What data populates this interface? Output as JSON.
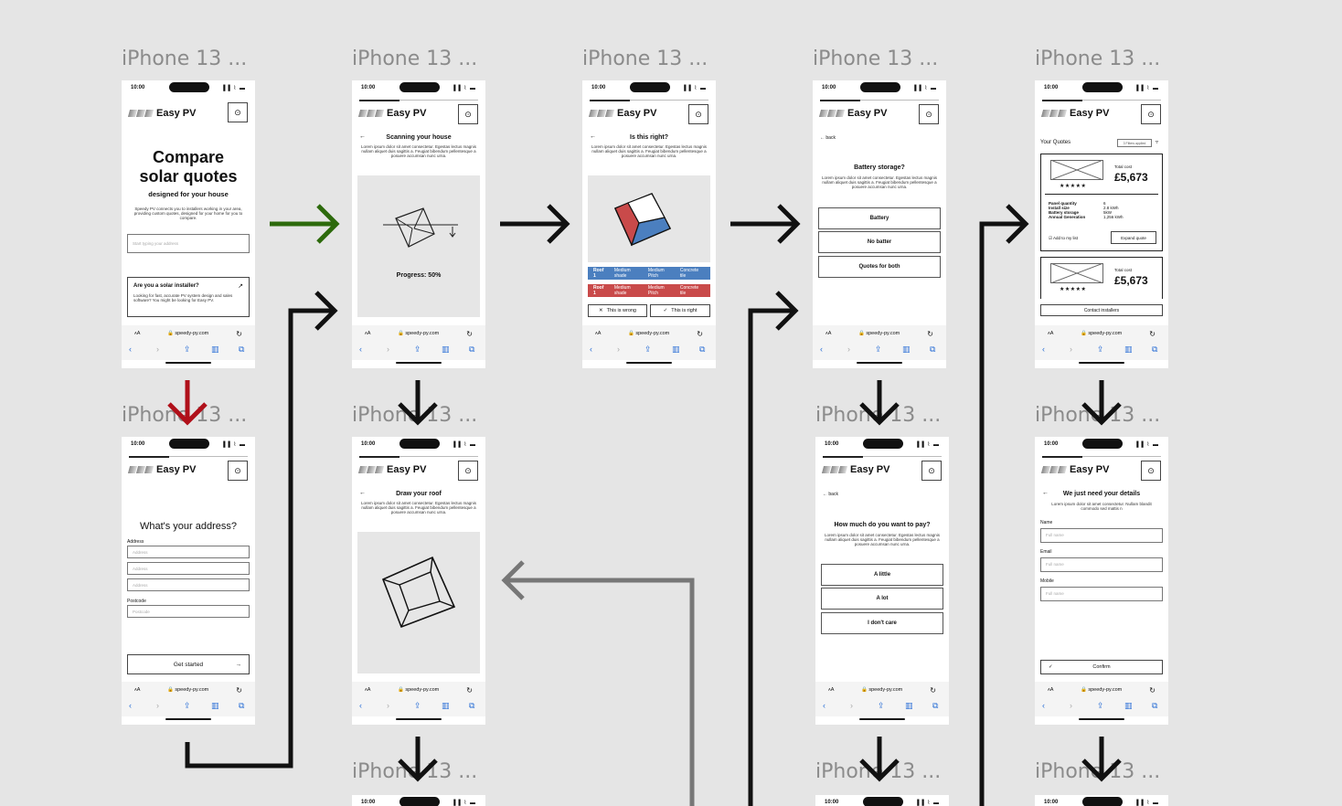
{
  "frame_label": "iPhone 13 ...",
  "app": {
    "brand": "Easy PV",
    "time": "10:00",
    "status_icons": "▐▐ ⌇ ▬",
    "url_aa": "ᴀA",
    "url": "🔒 speedy-py.com",
    "reload": "↻"
  },
  "lorem_long": "Lorem ipsum dolor sit amet consectetur. Egestas lectus magnis nullam aliquet duis sagittis a. Feugiat bibendum pellentesque a posuere accumsan nunc urna.",
  "landing": {
    "title1": "Compare",
    "title2": "solar quotes",
    "subtitle": "designed for your house",
    "body": "Speedy PV connects you to installers working in your area, providing custom quotes, designed for your home for you to compare.",
    "address_placeholder": "Start typing your address",
    "installer_title": "Are you a solar installer?",
    "installer_body": "Looking for fast, accurate PV system design and sales software? You might be looking for Easy PV."
  },
  "address": {
    "title": "What's your address?",
    "address_label": "Address",
    "address_placeholder": "Address",
    "postcode_label": "Postcode",
    "postcode_placeholder": "Postcode",
    "cta": "Get started"
  },
  "scan": {
    "title": "Scanning your house",
    "progress": "Progress: 50%"
  },
  "draw": {
    "title": "Draw your roof"
  },
  "confirm": {
    "title": "Is this right?",
    "roof_label": "Roof 1",
    "roof_tags": [
      "Medium shade",
      "Medium Pitch",
      "Concrete tile"
    ],
    "wrong": "This is wrong",
    "right": "This is right"
  },
  "battery": {
    "back": "back",
    "title": "Battery storage?",
    "options": [
      "Battery",
      "No batter",
      "Quotes for both"
    ]
  },
  "pay": {
    "back": "back",
    "title": "How much do you want to pay?",
    "options": [
      "A little",
      "A lot",
      "I don't care"
    ]
  },
  "quotes": {
    "title": "Your Quotes",
    "filter": "3 Filters applied",
    "total_label": "Total cost",
    "total": "£5,673",
    "stars": "★★★★★",
    "spec_labels": [
      "Panel quantity",
      "Install size",
      "Battery storage",
      "Annual Generation"
    ],
    "spec_values": [
      "6",
      "2.8 kWh",
      "5kW",
      "1,256 kWh"
    ],
    "add_list": "Add to my list",
    "expand": "Expand quote",
    "contact": "Contact installers"
  },
  "details": {
    "title": "We just need your details",
    "body": "Lorem ipsum dolor sit amet consectetur. Nullam blandit commodo sed mattis n",
    "name_label": "Name",
    "email_label": "Email",
    "mobile_label": "Mobile",
    "placeholder": "Full name",
    "confirm": "Confirm"
  },
  "colors": {
    "green_arrow": "#2d6a0c",
    "red_arrow": "#b0101a",
    "black_arrow": "#111111",
    "gray_arrow": "#777777",
    "roof_blue": "#4b7fbf",
    "roof_red": "#c94a4a"
  }
}
